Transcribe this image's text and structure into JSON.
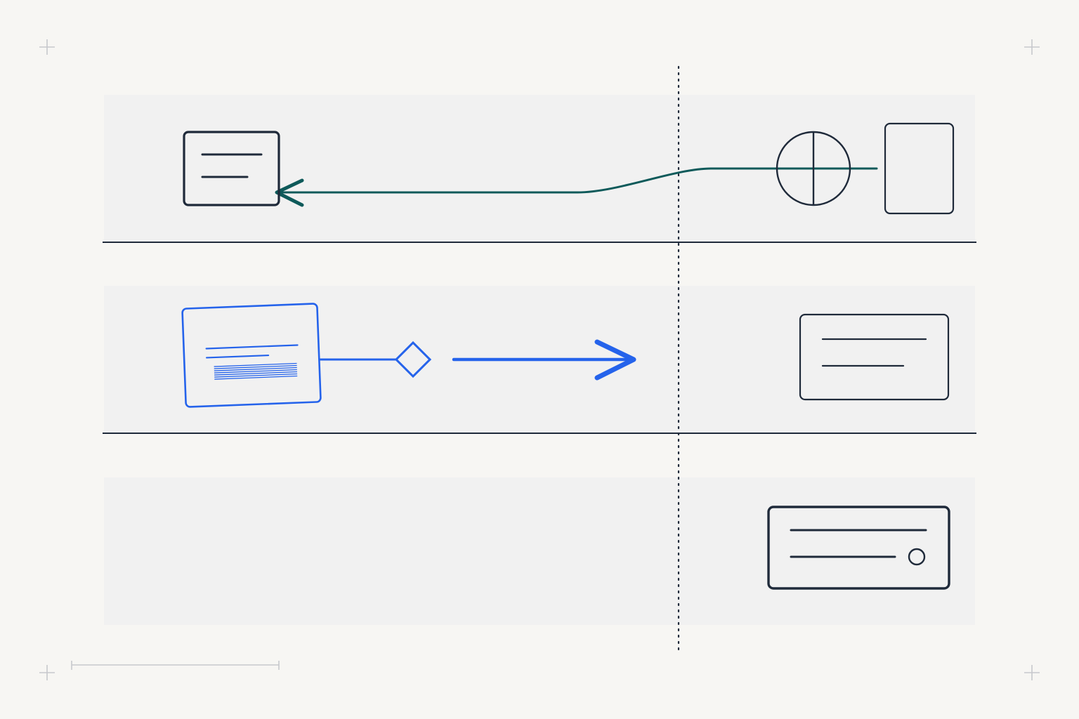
{
  "colors": {
    "background": "#f7f6f3",
    "lane_fill": "#f1f1f1",
    "ink": "#1f2a3a",
    "connector_teal": "#0e5a5a",
    "accent_blue": "#2563eb",
    "corner_marks": "#c7c8cc"
  },
  "swimlanes": [
    {
      "id": "lane-1",
      "divider_below": true
    },
    {
      "id": "lane-2",
      "divider_below": true
    },
    {
      "id": "lane-3",
      "divider_below": false
    }
  ],
  "boundary": {
    "style": "dotted"
  },
  "nodes": [
    {
      "id": "card-list",
      "kind": "text-card",
      "lane": "lane-1",
      "lines": 2,
      "color": "ink"
    },
    {
      "id": "junction",
      "kind": "crossed-circle",
      "lane": "lane-1",
      "color": "ink"
    },
    {
      "id": "panel",
      "kind": "empty-card",
      "lane": "lane-1",
      "color": "ink"
    },
    {
      "id": "doc-card",
      "kind": "document-card",
      "lane": "lane-2",
      "color": "accent_blue",
      "tilted": true
    },
    {
      "id": "gateway",
      "kind": "diamond",
      "lane": "lane-2",
      "color": "accent_blue"
    },
    {
      "id": "detail-card",
      "kind": "text-card",
      "lane": "lane-2",
      "lines": 2,
      "color": "ink"
    },
    {
      "id": "input-card",
      "kind": "input-field-card",
      "lane": "lane-3",
      "lines": 2,
      "has_radio": true,
      "color": "ink"
    }
  ],
  "connectors": [
    {
      "id": "return-flow",
      "from": "junction",
      "to": "card-list",
      "curve": "s-bend",
      "arrowhead": "open",
      "color": "connector_teal"
    },
    {
      "id": "forward-flow",
      "from": "gateway",
      "to": "lane-2-boundary",
      "curve": "straight",
      "arrowhead": "open",
      "color": "accent_blue"
    }
  ],
  "decorations": {
    "corner_crosshairs": 4,
    "scale_bar": true
  }
}
